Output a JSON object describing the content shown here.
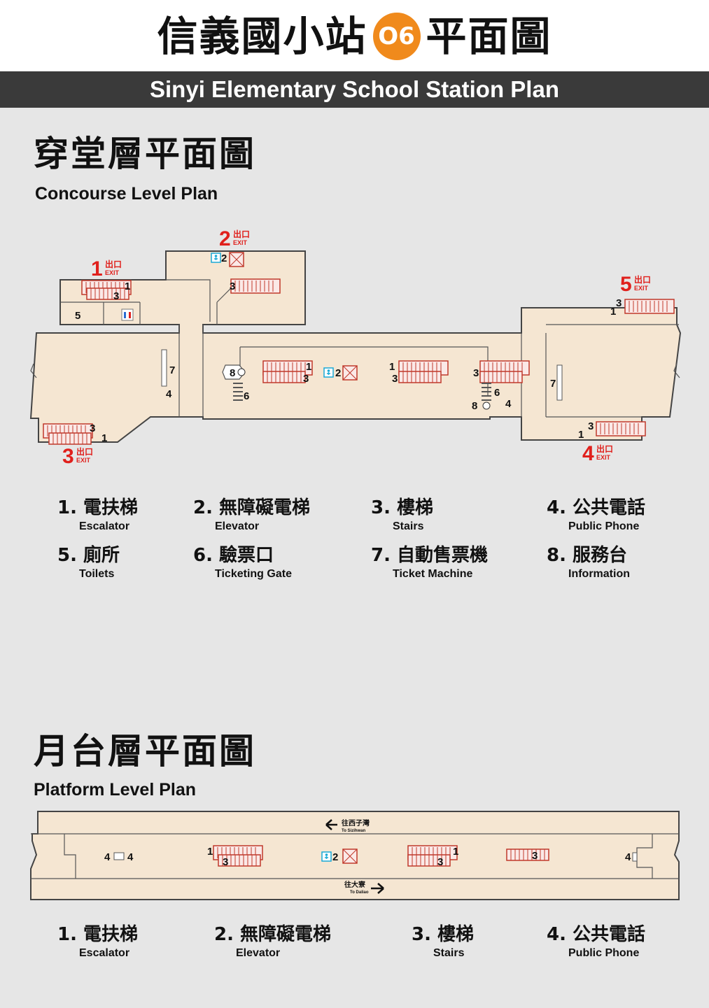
{
  "header": {
    "title_before": "信義國小站",
    "station_code": "O6",
    "title_after": "平面圖",
    "subtitle": "Sinyi Elementary School Station Plan"
  },
  "concourse": {
    "title": "穿堂層平面圖",
    "subtitle": "Concourse Level Plan",
    "exit_word_zh": "出口",
    "exit_word_en": "EXIT",
    "exits": [
      "1",
      "2",
      "3",
      "4",
      "5"
    ],
    "legend": [
      {
        "num": "1.",
        "zh": "電扶梯",
        "en": "Escalator"
      },
      {
        "num": "2.",
        "zh": "無障礙電梯",
        "en": "Elevator"
      },
      {
        "num": "3.",
        "zh": "樓梯",
        "en": "Stairs"
      },
      {
        "num": "4.",
        "zh": "公共電話",
        "en": "Public Phone"
      },
      {
        "num": "5.",
        "zh": "廁所",
        "en": "Toilets"
      },
      {
        "num": "6.",
        "zh": "驗票口",
        "en": "Ticketing Gate"
      },
      {
        "num": "7.",
        "zh": "自動售票機",
        "en": "Ticket Machine"
      },
      {
        "num": "8.",
        "zh": "服務台",
        "en": "Information"
      }
    ]
  },
  "platform": {
    "title": "月台層平面圖",
    "subtitle": "Platform Level Plan",
    "direction_upper_zh": "往西子灣",
    "direction_upper_en": "To Sizihwan",
    "direction_lower_zh": "往大寮",
    "direction_lower_en": "To Daliao",
    "legend": [
      {
        "num": "1.",
        "zh": "電扶梯",
        "en": "Escalator"
      },
      {
        "num": "2.",
        "zh": "無障礙電梯",
        "en": "Elevator"
      },
      {
        "num": "3.",
        "zh": "樓梯",
        "en": "Stairs"
      },
      {
        "num": "4.",
        "zh": "公共電話",
        "en": "Public Phone"
      }
    ]
  },
  "colors": {
    "floor": "#f5e6d2",
    "wall": "#444444",
    "exit_red": "#e0201c",
    "badge_orange": "#f08a1c",
    "stair_red": "#c0392b",
    "elevator_cyan": "#19a9d6",
    "background": "#e6e6e6"
  },
  "icons": {
    "elevator": "wheelchair-icon",
    "toilet": "toilet-icon",
    "information": "info-icon",
    "phone": "phone-icon",
    "ticket_machine": "ticket-machine-icon",
    "gate": "ticket-gate-icon",
    "direction": "arrow-icon"
  }
}
